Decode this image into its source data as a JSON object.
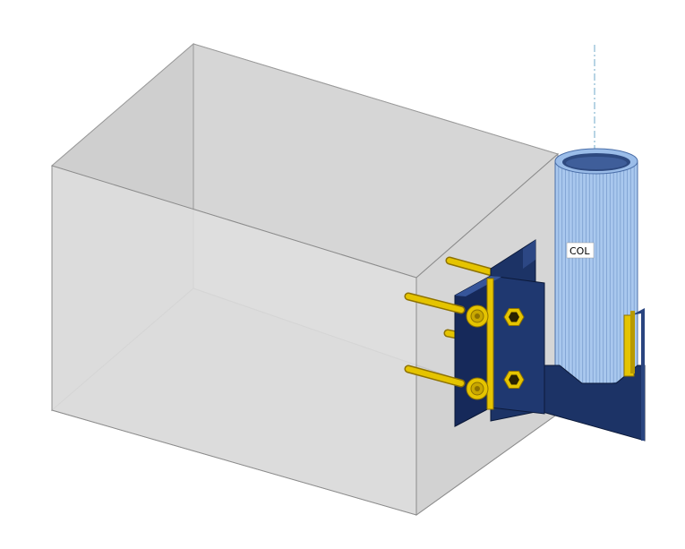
{
  "model": {
    "column_label": "COL"
  },
  "colors": {
    "concrete_face_light": "#dcdcdc",
    "concrete_face_mid": "#d2d2d2",
    "concrete_face_dark": "#c8c8c8",
    "concrete_edge": "#9a9a9a",
    "column_fill": "#a9c8ee",
    "column_stripe": "#6f93c7",
    "column_inner": "#2e4a80",
    "steel_plate": "#1c3366",
    "steel_plate_edge": "#0c1a3a",
    "bolt_gold": "#e5c400",
    "bolt_gold_dark": "#8e7200",
    "axis_line": "#6fa8c8"
  },
  "icons": {
    "concrete_block": "concrete-block",
    "column": "pipe-column",
    "base_plate": "steel-plate",
    "anchor_bolt": "anchor-bolt"
  }
}
